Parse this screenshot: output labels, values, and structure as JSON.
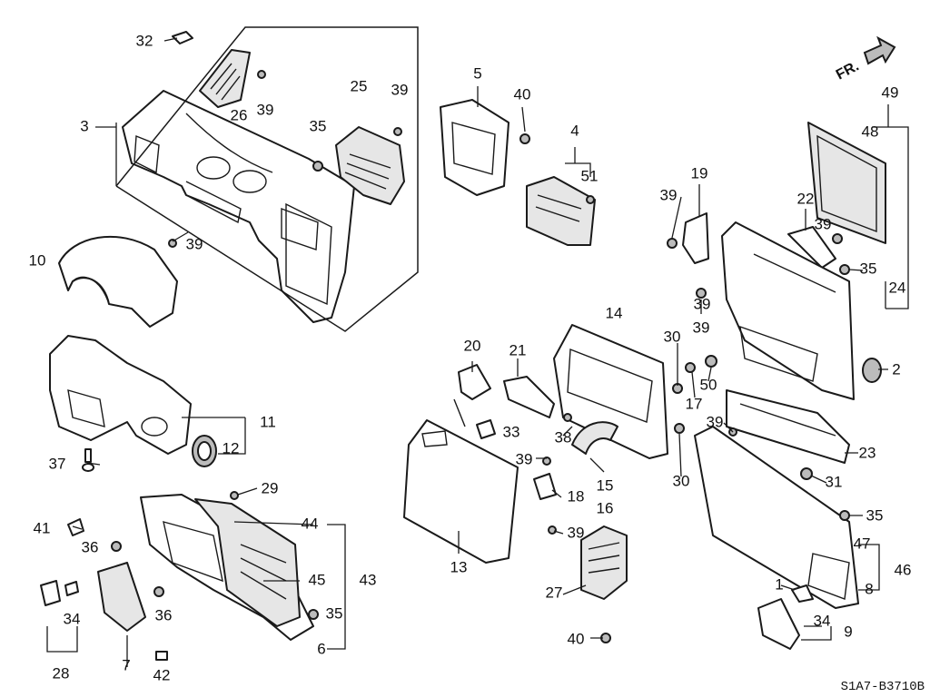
{
  "diagram": {
    "direction_label": "FR.",
    "figure_code": "S1A7-B3710B",
    "callouts": [
      "32",
      "26",
      "39",
      "3",
      "25",
      "39",
      "35",
      "39",
      "10",
      "39",
      "11",
      "12",
      "37",
      "29",
      "41",
      "36",
      "36",
      "7",
      "28",
      "34",
      "42",
      "44",
      "43",
      "45",
      "35",
      "6",
      "5",
      "40",
      "4",
      "51",
      "20",
      "21",
      "33",
      "38",
      "39",
      "14",
      "13",
      "15",
      "16",
      "18",
      "39",
      "27",
      "40",
      "30",
      "30",
      "17",
      "50",
      "39",
      "19",
      "39",
      "22",
      "39",
      "35",
      "48",
      "49",
      "24",
      "39",
      "2",
      "23",
      "31",
      "35",
      "47",
      "46",
      "8",
      "1",
      "34",
      "9"
    ]
  }
}
